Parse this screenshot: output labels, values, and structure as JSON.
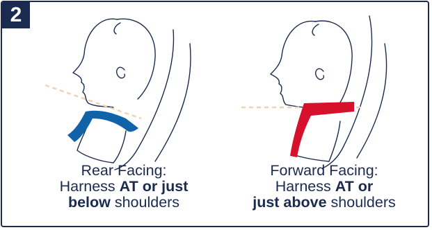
{
  "step": {
    "number": "2"
  },
  "colors": {
    "navy": "#1b2a4f",
    "rear_harness": "#1063a8",
    "forward_harness": "#d5112c",
    "shoulder_guide": "#f1d2b4"
  },
  "panels": [
    {
      "title": "Rear Facing:",
      "line2_prefix": "Harness ",
      "line2_bold": "AT or just",
      "line3_bold": "below",
      "line3_suffix": " shoulders"
    },
    {
      "title": "Forward Facing:",
      "line2_prefix": "Harness ",
      "line2_bold": "AT or",
      "line3_bold": "just above",
      "line3_suffix": " shoulders"
    }
  ]
}
